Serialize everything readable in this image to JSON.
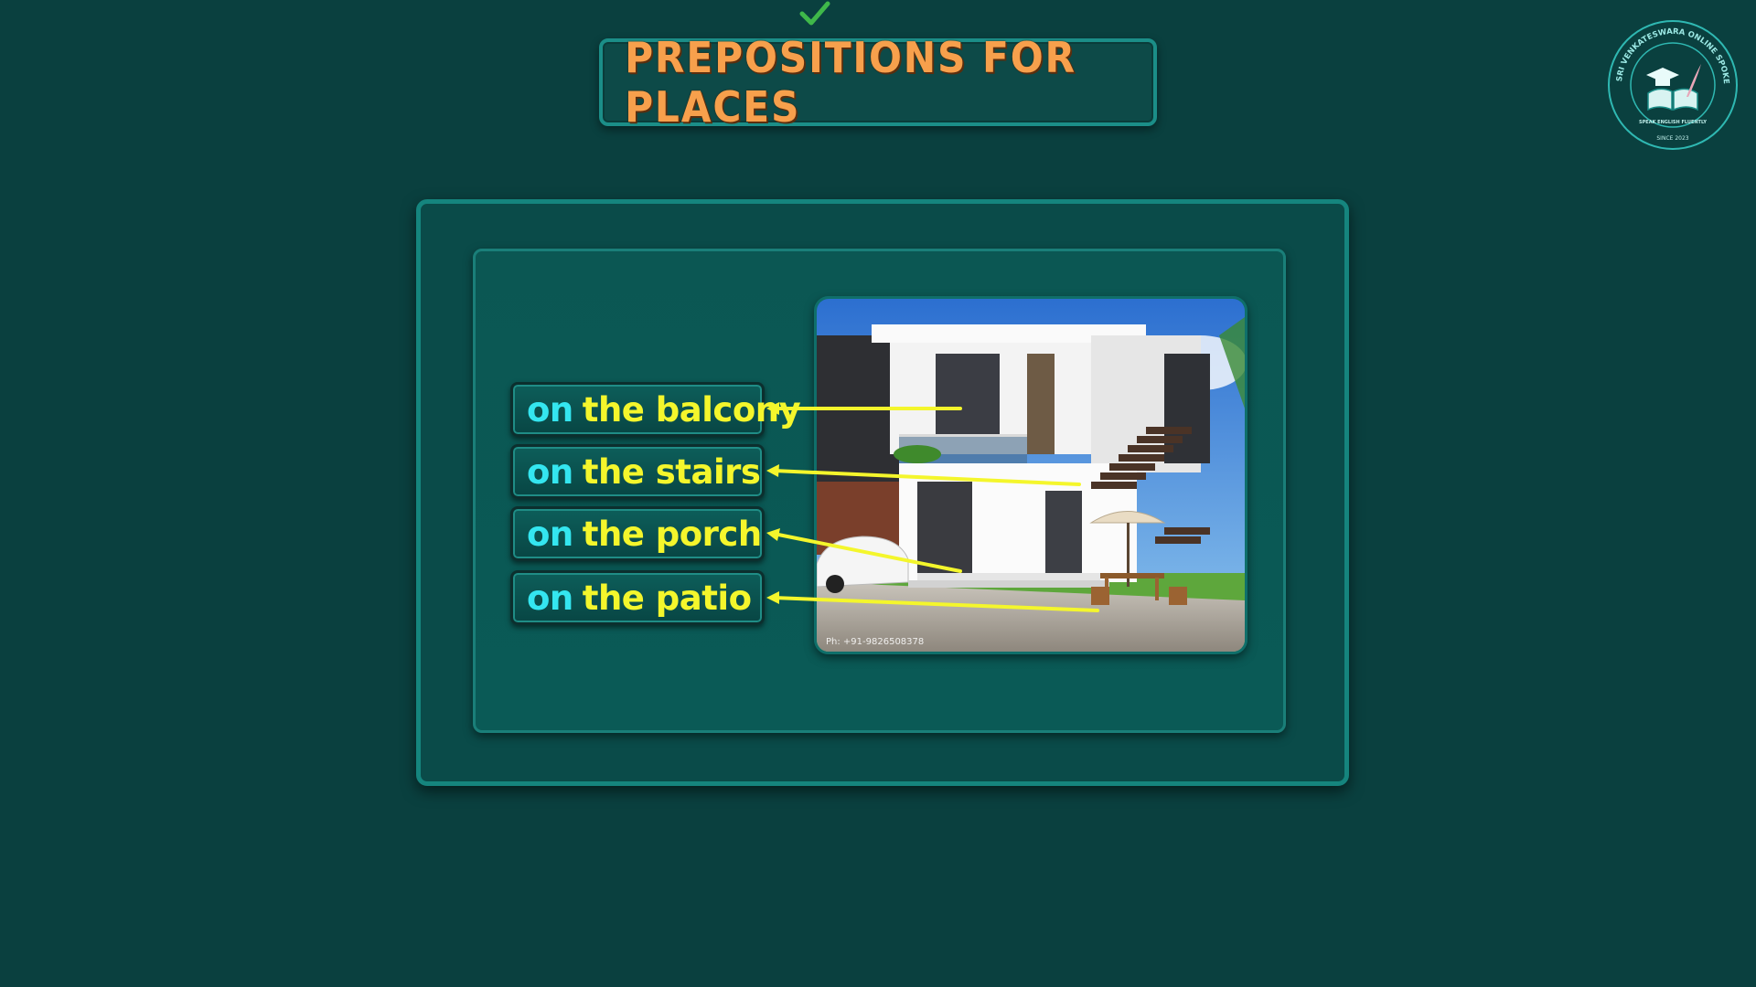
{
  "title": "PREPOSITIONS FOR PLACES",
  "labels": [
    {
      "preposition": "on",
      "noun": "the balcony"
    },
    {
      "preposition": "on",
      "noun": "the stairs"
    },
    {
      "preposition": "on",
      "noun": "the porch"
    },
    {
      "preposition": "on",
      "noun": "the patio"
    }
  ],
  "photo_caption": "Ph: +91-9826508378",
  "logo": {
    "ring_text": "SRI VENKATESWARA ONLINE SPOKEN ENGLISH SCHOOL",
    "tagline": "SPEAK ENGLISH FLUENTLY",
    "since": "SINCE 2023"
  },
  "colors": {
    "background": "#0a403f",
    "title_text": "#f7a04c",
    "preposition_text": "#34e6f0",
    "noun_text": "#f4f62c",
    "arrow": "#f4f62c",
    "checkmark": "#3fb84a"
  },
  "icons": {
    "checkmark": "checkmark-icon",
    "logo": "school-logo"
  }
}
